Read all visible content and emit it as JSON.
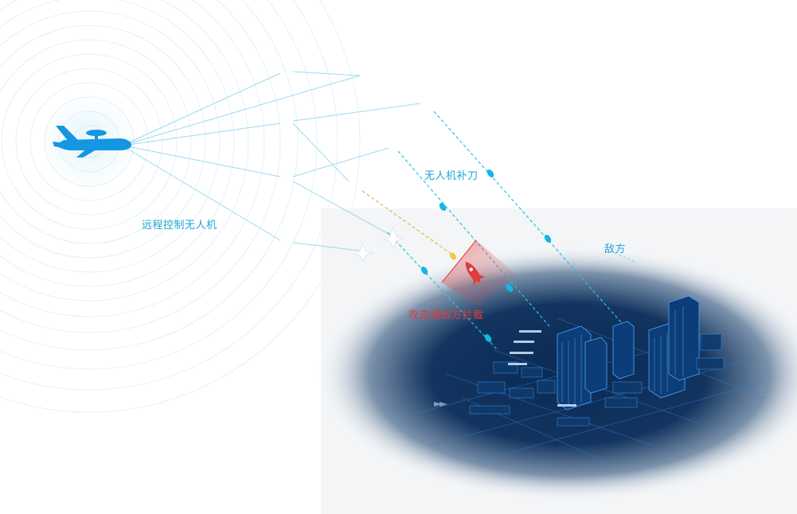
{
  "labels": {
    "remote_control": "远程控制无人机",
    "drone_strike": "无人机补刀",
    "enemy": "敌方",
    "intercept": "攻击遇敌方拦截"
  },
  "icons": {
    "awacs": "awacs-aircraft-icon",
    "drone": "drone-jet-icon",
    "enemy_missile": "enemy-missile-icon",
    "munition": "munition-drop-icon",
    "city": "digital-city-map"
  },
  "colors": {
    "signal_line": "#8fd6ee",
    "dashed_path": "#29c0e8",
    "munition": "#13b7e6",
    "aircraft": "#1596e0",
    "intercept": "#e23b3b",
    "label": "#1ea5d6"
  }
}
